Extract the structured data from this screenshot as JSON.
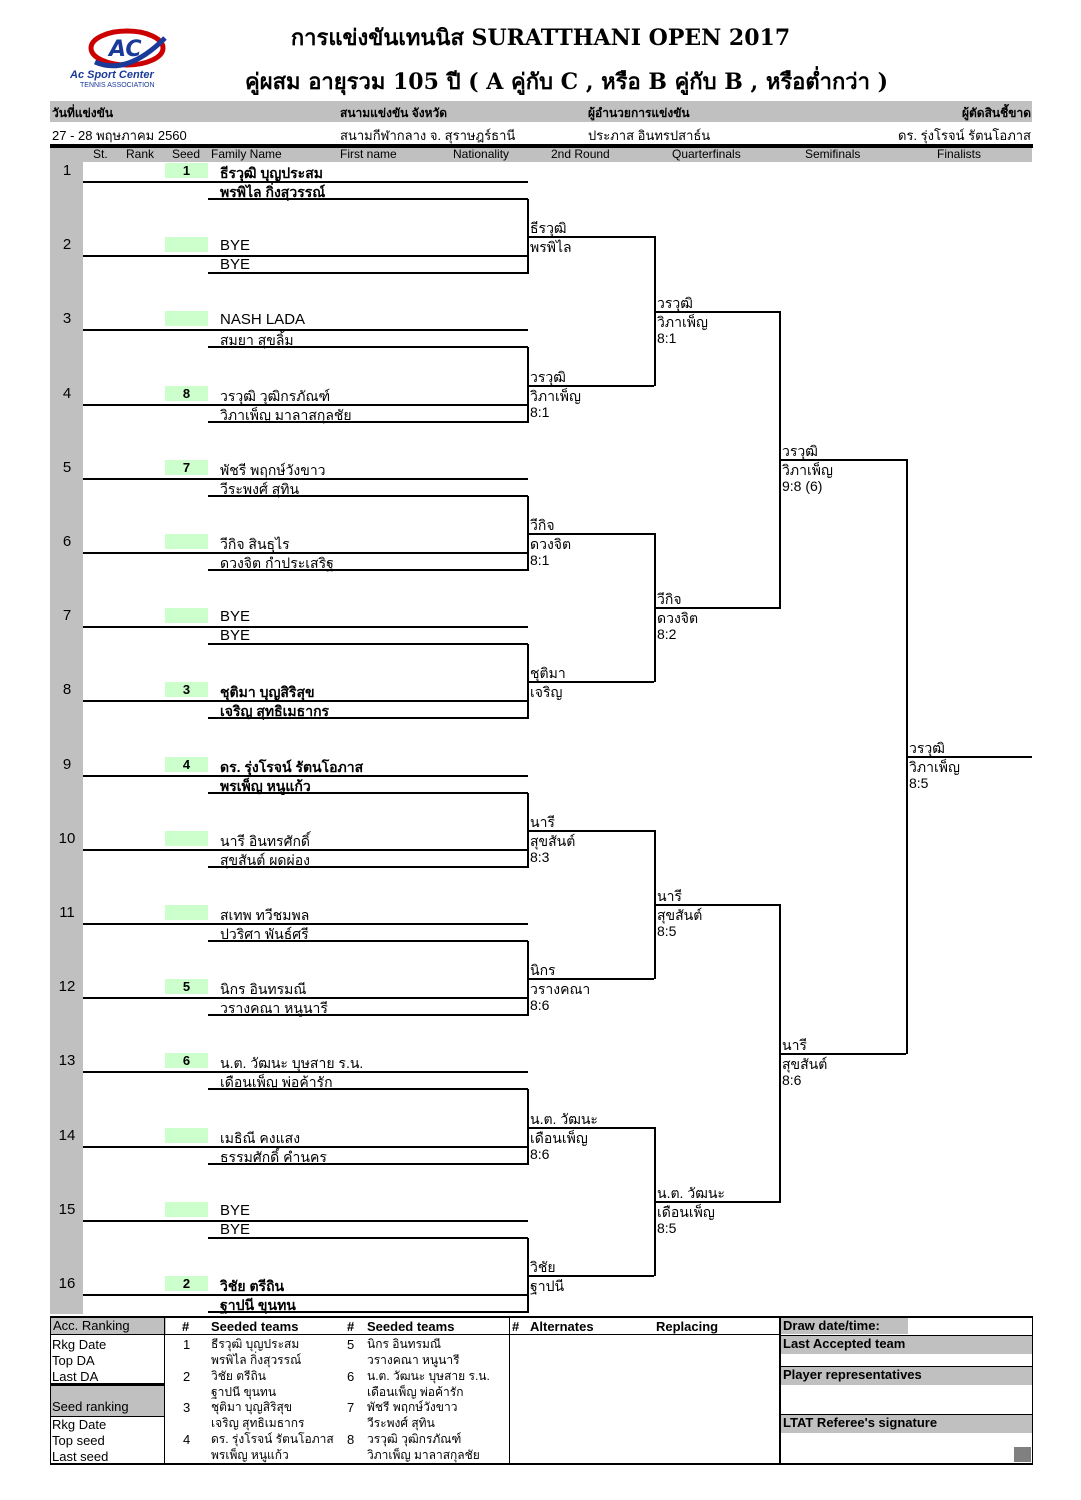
{
  "logo": {
    "text": "AC",
    "brand": "Ac Sport Center",
    "sub": "TENNIS ASSOCIATION"
  },
  "title": "การแข่งขันเทนนิส SURATTHANI OPEN 2017",
  "subtitle": "คู่ผสม อายุรวม   105 ปี  ( A คู่กับ C , หรือ B คู่กับ B , หรือต่ำกว่า )",
  "info": {
    "labels": [
      "วันที่แข่งขัน",
      "สนามแข่งขัน จังหวัด",
      "ผู้อำนวยการแข่งขัน",
      "ผู้ตัดสินชี้ขาด"
    ],
    "values": [
      "27 - 28  พฤษภาคม  2560",
      "สนามกีฬากลาง จ. สุราษฎร์ธานี",
      "ประภาส  อินทรปสาธ์น",
      "ดร. รุ่งโรจน์  รัตนโอภาส"
    ]
  },
  "columns": [
    "St.",
    "Rank",
    "Seed",
    "Family Name",
    "First name",
    "Nationality",
    "2nd Round",
    "Quarterfinals",
    "Semifinals",
    "Finalists"
  ],
  "rows": [
    {
      "n": "1",
      "seed": "1",
      "p1": "ธีรวุฒิ  บุญประสม",
      "p2": "พรพิไล  กิ่งสุวรรณ์",
      "bold": true
    },
    {
      "n": "2",
      "seed": "",
      "p1": "BYE",
      "p2": "BYE"
    },
    {
      "n": "3",
      "seed": "",
      "p1": "NASH  LADA",
      "p2": "สมยา  สุขลิ้ม"
    },
    {
      "n": "4",
      "seed": "8",
      "p1": "วรวุฒิ  วุฒิกรภัณฑ์",
      "p2": "วิภาเพ็ญ  มาลาสกุลชัย"
    },
    {
      "n": "5",
      "seed": "7",
      "p1": "พัชรี  พฤกษ์วังขาว",
      "p2": "วีระพงศ์  สุทิน"
    },
    {
      "n": "6",
      "seed": "",
      "p1": "วีกิจ  สินธุไร",
      "p2": "ดวงจิต  กำประเสริฐ"
    },
    {
      "n": "7",
      "seed": "",
      "p1": "BYE",
      "p2": "BYE"
    },
    {
      "n": "8",
      "seed": "3",
      "p1": "ชุติมา  บุญสิริสุข",
      "p2": "เจริญ  สุทธิเมธากร",
      "bold": true
    },
    {
      "n": "9",
      "seed": "4",
      "p1": "ดร. รุ่งโรจน์  รัตนโอภาส",
      "p2": "พรเพ็ญ  หนูแก้ว",
      "bold": true
    },
    {
      "n": "10",
      "seed": "",
      "p1": "นารี  อินทรศักดิ์",
      "p2": "สุขสันต์  ผดผ่อง"
    },
    {
      "n": "11",
      "seed": "",
      "p1": "สเทพ  ทวีชมพล",
      "p2": "ปวริศา  พันธ์ศรี"
    },
    {
      "n": "12",
      "seed": "5",
      "p1": "นิกร  อินทรมณี",
      "p2": "วรางคณา  หนูนารี"
    },
    {
      "n": "13",
      "seed": "6",
      "p1": "น.ต. วัฒนะ  บุษสาย ร.น.",
      "p2": "เดือนเพ็ญ  พ่อค้ารัก"
    },
    {
      "n": "14",
      "seed": "",
      "p1": "เมธิณี  คงแสง",
      "p2": "ธรรมศักดิ์  คำนคร"
    },
    {
      "n": "15",
      "seed": "",
      "p1": "BYE",
      "p2": "BYE"
    },
    {
      "n": "16",
      "seed": "2",
      "p1": "วิชัย  ตรีถิน",
      "p2": "ฐาปนี  ขุนทน",
      "bold": true
    }
  ],
  "rounds": [
    [
      [
        "ธีรวุฒิ",
        "พรพิไล",
        ""
      ],
      [
        "วรวุฒิ",
        "วิภาเพ็ญ",
        "8:1"
      ],
      [
        "วีกิจ",
        "ดวงจิต",
        "8:1"
      ],
      [
        "ชุติมา",
        "เจริญ",
        ""
      ],
      [
        "นารี",
        "สุขสันต์",
        "8:3"
      ],
      [
        "นิกร",
        "วรางคณา",
        "8:6"
      ],
      [
        "น.ต. วัฒนะ",
        "เดือนเพ็ญ",
        "8:6"
      ],
      [
        "วิชัย",
        "ฐาปนี",
        ""
      ]
    ],
    [
      [
        "วรวุฒิ",
        "วิภาเพ็ญ",
        "8:1"
      ],
      [
        "วีกิจ",
        "ดวงจิต",
        "8:2"
      ],
      [
        "นารี",
        "สุขสันต์",
        "8:5"
      ],
      [
        "น.ต. วัฒนะ",
        "เดือนเพ็ญ",
        "8:5"
      ]
    ],
    [
      [
        "วรวุฒิ",
        "วิภาเพ็ญ",
        "9:8 (6)"
      ],
      [
        "นารี",
        "สุขสันต์",
        "8:6"
      ]
    ],
    [
      [
        "วรวุฒิ",
        "วิภาเพ็ญ",
        "8:5"
      ]
    ]
  ],
  "footer": {
    "acc_title": "Acc. Ranking",
    "acc_items": [
      "Rkg Date",
      "Top DA",
      "Last DA"
    ],
    "seed_title": "Seed ranking",
    "seed_items": [
      "Rkg Date",
      "Top seed",
      "Last seed"
    ],
    "hash": "#",
    "seeded_title": "Seeded teams",
    "seeded_left": [
      [
        "1",
        "ธีรวุฒิ  บุญประสม",
        "พรพิไล  กิ่งสุวรรณ์"
      ],
      [
        "2",
        "วิชัย  ตรีถิน",
        "ฐาปนี  ขุนทน"
      ],
      [
        "3",
        "ชุติมา  บุญสิริสุข",
        "เจริญ  สุทธิเมธากร"
      ],
      [
        "4",
        "ดร. รุ่งโรจน์  รัตนโอภาส",
        "พรเพ็ญ  หนูแก้ว"
      ]
    ],
    "seeded_right": [
      [
        "5",
        "นิกร  อินทรมณี",
        "วรางคณา  หนูนารี"
      ],
      [
        "6",
        "น.ต. วัฒนะ  บุษสาย ร.น.",
        "เดือนเพ็ญ  พ่อค้ารัก"
      ],
      [
        "7",
        "พัชรี  พฤกษ์วังขาว",
        "วีระพงศ์  สุทิน"
      ],
      [
        "8",
        "วรวุฒิ  วุฒิกรภัณฑ์",
        "วิภาเพ็ญ  มาลาสกุลชัย"
      ]
    ],
    "alternates": "Alternates",
    "replacing": "Replacing",
    "draw_date": "Draw date/time:",
    "last_accepted": "Last Accepted team",
    "player_reps": "Player representatives",
    "referee_sig": "LTAT Referee's signature"
  }
}
